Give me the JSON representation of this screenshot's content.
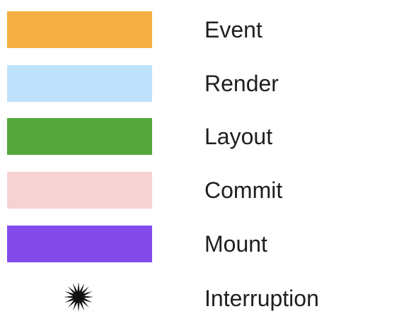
{
  "legend": {
    "items": [
      {
        "label": "Event",
        "color": "#F4B042",
        "marker": "swatch"
      },
      {
        "label": "Render",
        "color": "#BEE2FC",
        "marker": "swatch"
      },
      {
        "label": "Layout",
        "color": "#55A73C",
        "marker": "swatch"
      },
      {
        "label": "Commit",
        "color": "#F7D2D3",
        "marker": "swatch"
      },
      {
        "label": "Mount",
        "color": "#844BEB",
        "marker": "swatch"
      },
      {
        "label": "Interruption",
        "color": "#111111",
        "marker": "starburst-icon"
      }
    ]
  }
}
